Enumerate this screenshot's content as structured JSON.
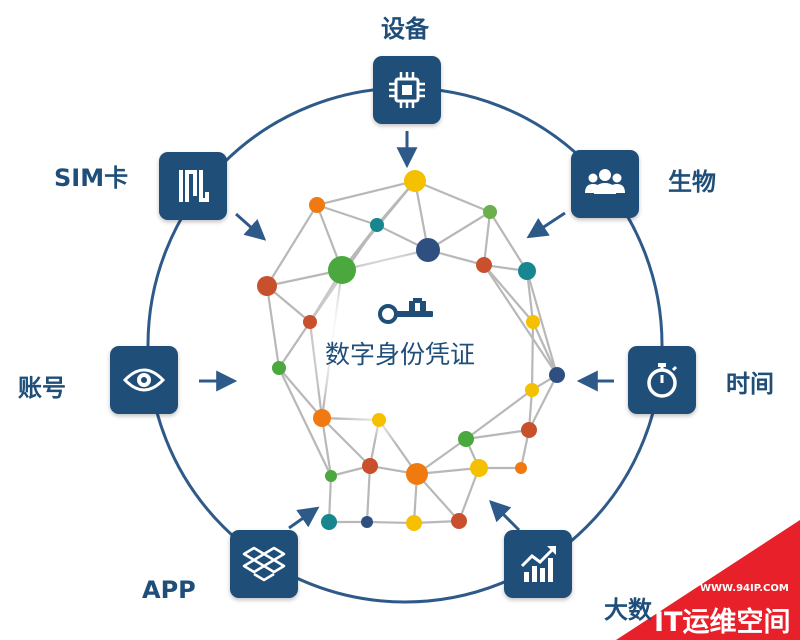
{
  "center": {
    "title": "数字身份凭证"
  },
  "nodes": {
    "device": {
      "label": "设备",
      "icon": "cpu-chip-icon"
    },
    "biometric": {
      "label": "生物",
      "icon": "users-group-icon"
    },
    "time": {
      "label": "时间",
      "icon": "stopwatch-icon"
    },
    "bigdata": {
      "label": "大数",
      "icon": "bar-chart-icon"
    },
    "app": {
      "label": "APP",
      "icon": "dropbox-box-icon"
    },
    "account": {
      "label": "账号",
      "icon": "eye-icon"
    },
    "sim": {
      "label": "SIM卡",
      "icon": "sim-card-icon"
    }
  },
  "watermark": {
    "url": "WWW.94IP.COM",
    "name": "IT运维空间"
  },
  "colors": {
    "primary": "#1f4e79",
    "ring": "#2e5a8a",
    "link": "#b8b8b8",
    "watermark": "#e8202a"
  }
}
